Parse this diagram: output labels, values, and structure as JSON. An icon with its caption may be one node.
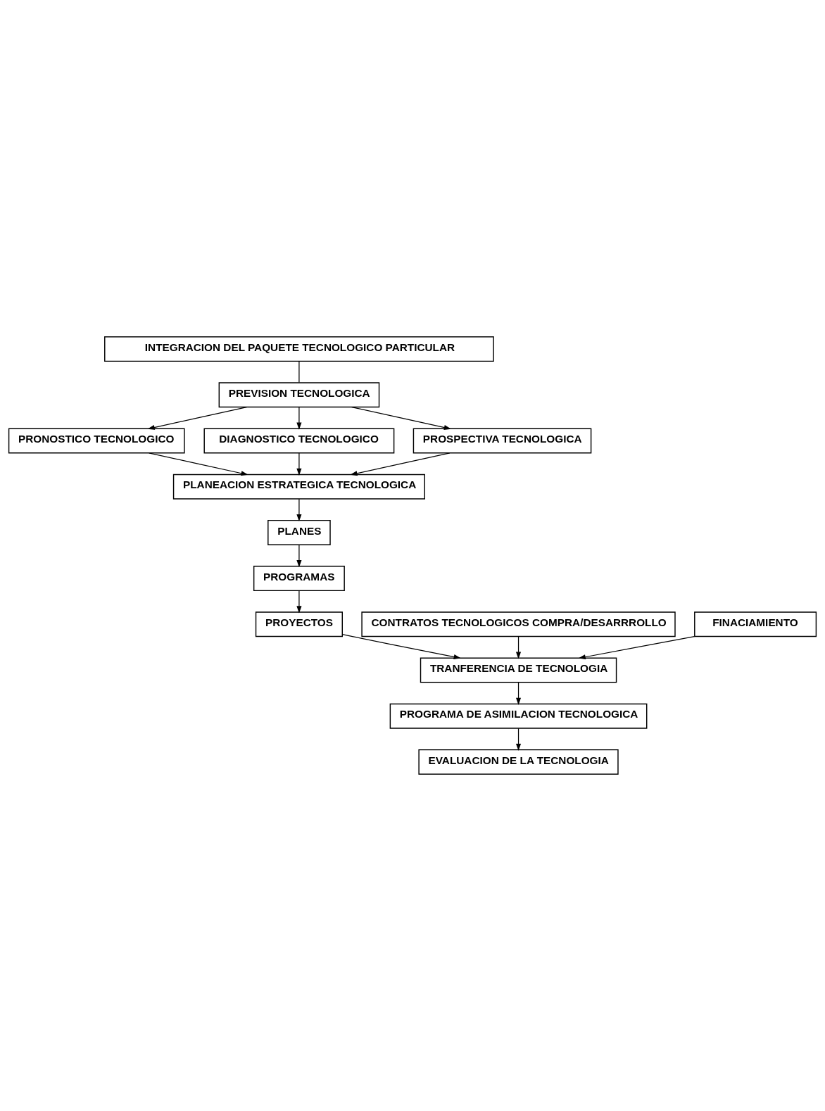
{
  "diagram": {
    "nodes": [
      {
        "text": [
          "INTEGRACION DEL PAQUETE TECNOLOGICO PARTICULAR"
        ]
      },
      {
        "text": [
          "PREVISION TECNOLOGICA"
        ]
      },
      {
        "text": [
          "PRONOSTICO TECNOLOGICO"
        ]
      },
      {
        "text": [
          "DIAGNOSTICO TECNOLOGICO"
        ]
      },
      {
        "text": [
          "PROSPECTIVA TECNOLOGICA"
        ]
      },
      {
        "text": [
          "PLANEACION ESTRATEGICA TECNOLOGICA"
        ]
      },
      {
        "text": [
          "PLANES"
        ]
      },
      {
        "text": [
          "PROGRAMAS"
        ]
      },
      {
        "text": [
          "PROYECTOS"
        ]
      },
      {
        "text": [
          "CONTRATOS TECNOLOGICOS COMPRA/DESARRROLLO"
        ]
      },
      {
        "text": [
          "FINACIAMIENTO"
        ]
      },
      {
        "text": [
          "TRANFERENCIA DE TECNOLOGIA"
        ]
      },
      {
        "text": [
          "PROGRAMA DE ASIMILACION TECNOLOGICA"
        ]
      },
      {
        "text": [
          "EVALUACION DE LA TECNOLOGIA"
        ]
      }
    ],
    "edges": [
      {
        "from": 0,
        "to": 1,
        "arrow": "none"
      },
      {
        "from": 1,
        "to": 2,
        "arrow": "to"
      },
      {
        "from": 1,
        "to": 3,
        "arrow": "to"
      },
      {
        "from": 1,
        "to": 4,
        "arrow": "to"
      },
      {
        "from": 2,
        "to": 5,
        "arrow": "to"
      },
      {
        "from": 3,
        "to": 5,
        "arrow": "to"
      },
      {
        "from": 4,
        "to": 5,
        "arrow": "to"
      },
      {
        "from": 5,
        "to": 6,
        "arrow": "to"
      },
      {
        "from": 6,
        "to": 7,
        "arrow": "to"
      },
      {
        "from": 7,
        "to": 8,
        "arrow": "to"
      },
      {
        "from": 8,
        "to": 11,
        "arrow": "to"
      },
      {
        "from": 9,
        "to": 11,
        "arrow": "to"
      },
      {
        "from": 10,
        "to": 11,
        "arrow": "to"
      },
      {
        "from": 11,
        "to": 12,
        "arrow": "to"
      },
      {
        "from": 12,
        "to": 13,
        "arrow": "to"
      }
    ]
  }
}
